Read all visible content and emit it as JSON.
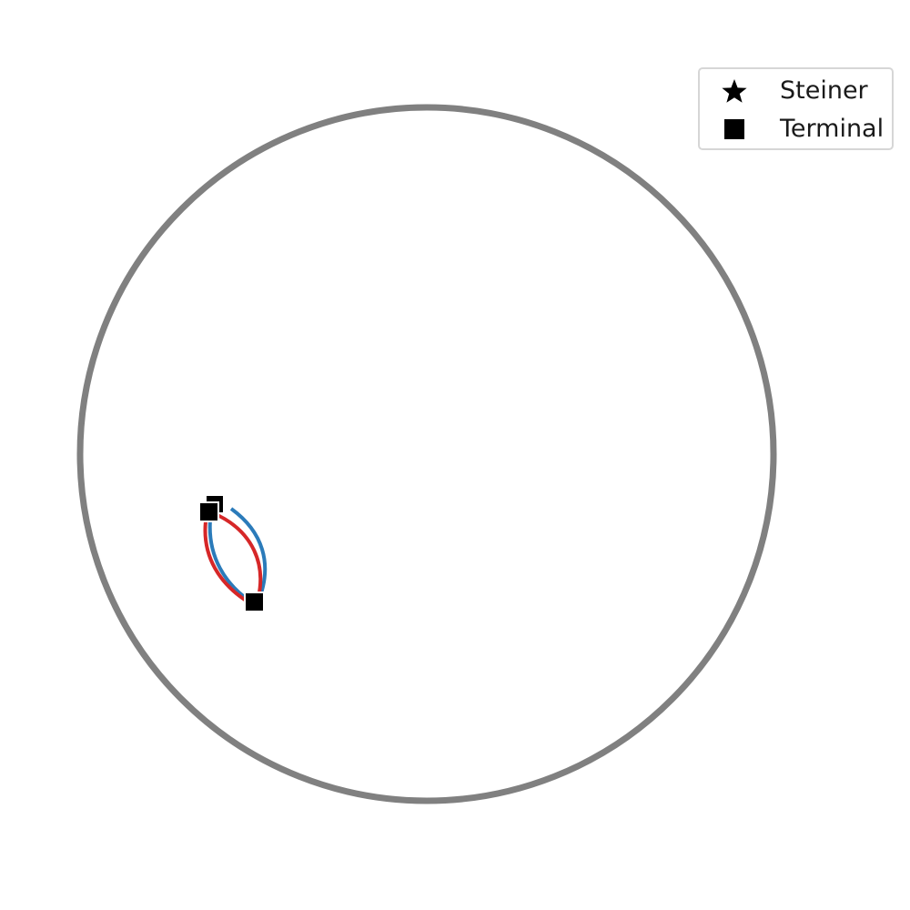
{
  "legend": {
    "items": [
      {
        "label": "Steiner",
        "marker": "star",
        "color": "#000000"
      },
      {
        "label": "Terminal",
        "marker": "square",
        "color": "#000000"
      }
    ]
  },
  "colors": {
    "disk_boundary": "#808080",
    "edge_blue": "#2b7bba",
    "edge_red": "#d62728",
    "node": "#000000"
  }
}
